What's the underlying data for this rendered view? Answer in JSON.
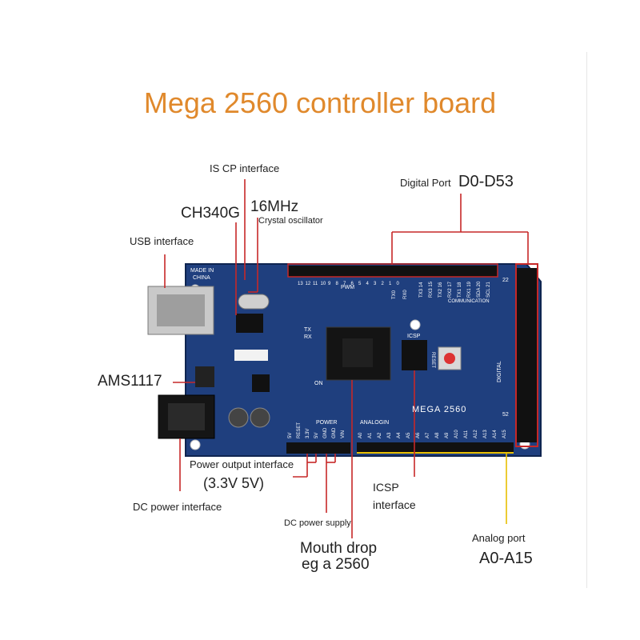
{
  "title": "Mega 2560 controller board",
  "labels": {
    "iscp": "IS CP interface",
    "digital_prefix": "Digital Port",
    "digital_range": "D0-D53",
    "ch340g": "CH340G",
    "mhz": "16MHz",
    "crystal": "Crystal oscillator",
    "usb": "USB interface",
    "ams": "AMS1117",
    "power_output": "Power output interface",
    "voltages": "(3.3V  5V)",
    "dc_power": "DC power interface",
    "dc_supply": "DC power supply",
    "icsp_1": "ICSP",
    "icsp_2": "interface",
    "mouth_1": "Mouth drop",
    "mouth_2": "eg a 2560",
    "analog_port": "Analog port",
    "analog_range": "A0-A15"
  },
  "board": {
    "made_in": "MADE IN",
    "china": "CHINA",
    "model": "MEGA  2560",
    "power_header": "POWER",
    "analog_header": "ANALOGIN",
    "digital_side": "DIGITAL",
    "pwm": "PWM",
    "communication": "COMMUNICATION",
    "icsp": "ICSP",
    "reset": "RESET",
    "on": "ON",
    "tx": "TX",
    "rx": "RX",
    "tx0": "TX0",
    "rx0": "RX0",
    "power_pins": [
      "5V",
      "RESET",
      "3.3V",
      "5V",
      "GND",
      "GND",
      "VIN"
    ],
    "analog_pins": [
      "A0",
      "A1",
      "A2",
      "A3",
      "A4",
      "A5",
      "A6",
      "A7",
      "A8",
      "A9",
      "A10",
      "A11",
      "A12",
      "A13",
      "A14",
      "A15"
    ],
    "top_pins": [
      "13",
      "12",
      "11",
      "10",
      "9",
      "8",
      "7",
      "6",
      "5",
      "4",
      "3",
      "2",
      "1",
      "0"
    ],
    "comm_pins": [
      "TX3 14",
      "RX3 15",
      "TX2 16",
      "RX2 17",
      "TX1 18",
      "RX1 19",
      "SDA 20",
      "SCL 21"
    ],
    "side_pins": [
      "22",
      "52"
    ]
  },
  "colors": {
    "title": "#e0892c",
    "board": "#1f3f7e",
    "leader_red": "#c62828",
    "leader_yellow": "#e8c000"
  }
}
